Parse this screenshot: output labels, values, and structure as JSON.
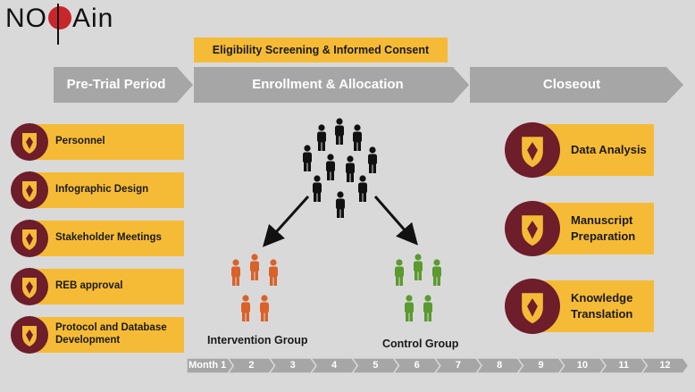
{
  "logo": {
    "part1": "NO",
    "part2": "Ain"
  },
  "consent_banner": "Eligibility Screening & Informed Consent",
  "phases": [
    "Pre-Trial Period",
    "Enrollment & Allocation",
    "Closeout"
  ],
  "pre_trial_items": [
    "Personnel",
    "Infographic Design",
    "Stakeholder Meetings",
    "REB approval",
    "Protocol and Database Development"
  ],
  "closeout_items": [
    "Data Analysis",
    "Manuscript Preparation",
    "Knowledge Translation"
  ],
  "groups": {
    "intervention": "Intervention Group",
    "control": "Control Group"
  },
  "months": [
    "Month 1",
    "2",
    "3",
    "4",
    "5",
    "6",
    "7",
    "8",
    "9",
    "10",
    "11",
    "12"
  ],
  "colors": {
    "background": "#d9d9d9",
    "phase_arrow": "#a6a6a6",
    "highlight": "#f6bb36",
    "crest": "#6e1d2b",
    "intervention": "#d9622b",
    "control": "#5a9a2e",
    "people": "#111111",
    "logo_dot": "#c8262b"
  },
  "icons": {
    "crest": "university-crest-icon",
    "person": "person-icon"
  }
}
